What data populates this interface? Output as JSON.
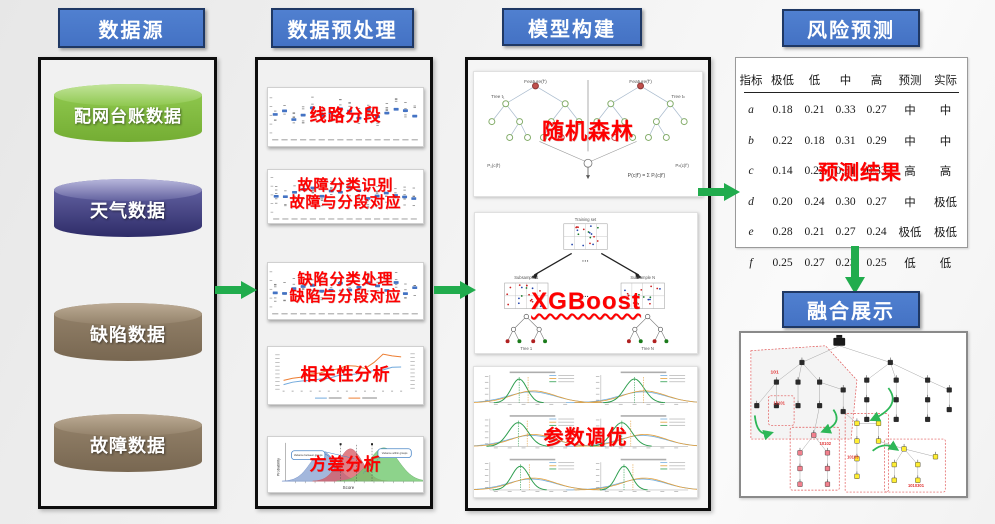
{
  "stages": {
    "data_source": "数据源",
    "preprocess": "数据预处理",
    "model": "模型构建",
    "risk": "风险预测",
    "fusion": "融合展示"
  },
  "data_sources": [
    {
      "label": "配网台账数据",
      "color": "green"
    },
    {
      "label": "天气数据",
      "color": "blue"
    },
    {
      "label": "缺陷数据",
      "color": "brown"
    },
    {
      "label": "故障数据",
      "color": "brown"
    }
  ],
  "preprocess": {
    "step1": "线路分段",
    "step2_line1": "故障分类识别",
    "step2_line2": "故障与分段对应",
    "step3_line1": "缺陷分类处理",
    "step3_line2": "缺陷与分段对应",
    "step4": "相关性分析",
    "step5": "方差分析",
    "bells_xlabel": "Score",
    "bells_ylabel": "Probability",
    "callout_left": "Variance between groups",
    "callout_right": "Variance within groups"
  },
  "model": {
    "rf_label": "随机森林",
    "rf_feature_left": "Feature(f′)",
    "rf_feature_right": "Feature(f′)",
    "rf_tree_left": "Tree t₁",
    "rf_tree_right": "Tree tₙ",
    "rf_p_left": "P₁(c|f′)",
    "rf_p_right": "Pₙ(c|f′)",
    "rf_formula": "P(c|f′) = Σ Pᵢ(c|f′)",
    "xgb_label": "XGBoost",
    "xgb_training": "Training set",
    "xgb_sub1": "Subsample 1",
    "xgb_subn": "Subsample N",
    "xgb_tree1": "Tree 1",
    "xgb_treen": "Tree N",
    "tuning_label": "参数调优"
  },
  "risk_table": {
    "columns": [
      "指标",
      "极低",
      "低",
      "中",
      "高",
      "预测",
      "实际"
    ],
    "rows": [
      [
        "a",
        "0.18",
        "0.21",
        "0.33",
        "0.27",
        "中",
        "中"
      ],
      [
        "b",
        "0.22",
        "0.18",
        "0.31",
        "0.29",
        "中",
        "中"
      ],
      [
        "c",
        "0.14",
        "0.22",
        "0.31",
        "0.33",
        "高",
        "高"
      ],
      [
        "d",
        "0.20",
        "0.24",
        "0.30",
        "0.27",
        "中",
        "极低"
      ],
      [
        "e",
        "0.28",
        "0.21",
        "0.27",
        "0.24",
        "极低",
        "极低"
      ],
      [
        "f",
        "0.25",
        "0.27",
        "0.23",
        "0.25",
        "低",
        "低"
      ]
    ],
    "overlay": "预测结果"
  },
  "fusion_map": {
    "regions": [
      "101",
      "10101",
      "10102",
      "10103",
      "1010301"
    ]
  },
  "colors": {
    "header_blue": "#4472C4",
    "header_border": "#1F3864",
    "arrow_green": "#21AC4D",
    "label_red": "#FE0000"
  }
}
